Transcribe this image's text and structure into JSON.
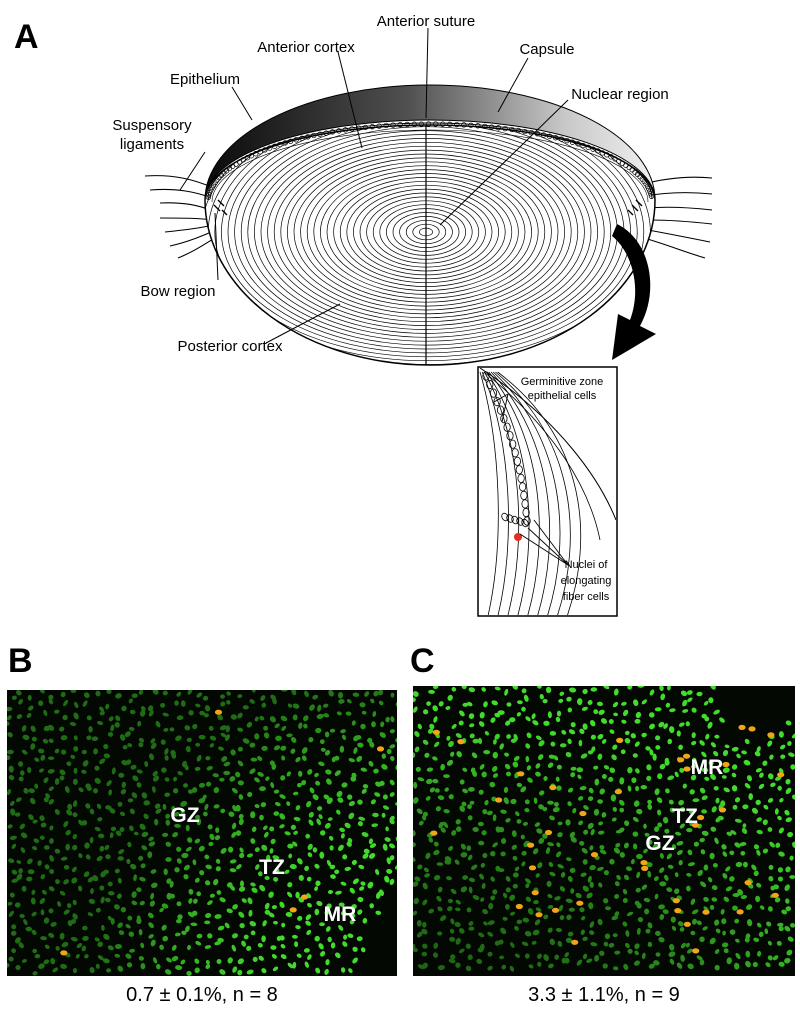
{
  "panel_a": {
    "letter": "A",
    "labels": {
      "anterior_suture": "Anterior suture",
      "anterior_cortex": "Anterior cortex",
      "capsule": "Capsule",
      "epithelium": "Epithelium",
      "nuclear_region": "Nuclear region",
      "suspensory_ligaments_line1": "Suspensory",
      "suspensory_ligaments_line2": "ligaments",
      "bow_region": "Bow region",
      "posterior_cortex": "Posterior cortex"
    },
    "inset": {
      "germinitive_line1": "Germinitive zone",
      "germinitive_line2": "epithelial cells",
      "nuclei_line1": "Nuclei of",
      "nuclei_line2": "elongating",
      "nuclei_line3": "fiber cells"
    }
  },
  "panel_b": {
    "letter": "B",
    "labels": {
      "gz": "GZ",
      "tz": "TZ",
      "mr": "MR"
    },
    "caption": "0.7 ± 0.1%, n = 8"
  },
  "panel_c": {
    "letter": "C",
    "labels": {
      "mr": "MR",
      "tz": "TZ",
      "gz": "GZ"
    },
    "caption": "3.3 ± 1.1%, n = 9"
  },
  "colors": {
    "nuclei_green": "#3fbf2c",
    "positive_yellow": "#f2a516",
    "marker_red": "#e0301e"
  }
}
